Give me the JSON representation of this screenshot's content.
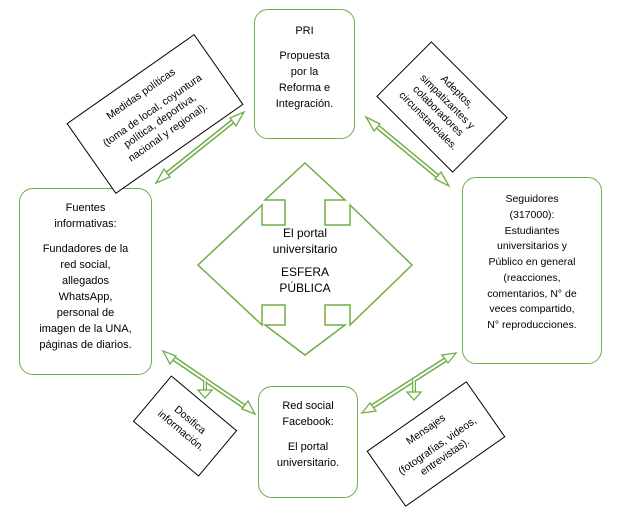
{
  "center": {
    "title_lines": [
      "El portal",
      "universitario"
    ],
    "subtitle_lines": [
      "ESFERA",
      "PÚBLICA"
    ]
  },
  "pri": {
    "title": "PRI",
    "body_lines": [
      "Propuesta",
      "por la",
      "Reforma e",
      "Integración."
    ]
  },
  "fuentes": {
    "title_lines": [
      "Fuentes",
      "informativas:"
    ],
    "body_lines": [
      "Fundadores de la",
      "red social,",
      "allegados",
      "WhatsApp,",
      "personal de",
      "imagen de la UNA,",
      "páginas de diarios."
    ]
  },
  "seguidores": {
    "lines": [
      "Seguidores",
      "(317000):",
      "Estudiantes",
      "universitarios y",
      "Público en general",
      "(reacciones,",
      "comentarios, N° de",
      "veces compartido,",
      "N° reproducciones."
    ]
  },
  "facebook": {
    "title_lines": [
      "Red social",
      "Facebook:"
    ],
    "body_lines": [
      "El portal",
      "universitario."
    ]
  },
  "medidas": {
    "title": "Medidas políticas",
    "body_lines": [
      "(toma de local, coyuntura",
      "política, deportiva,",
      "nacional y regional)."
    ]
  },
  "adeptos": {
    "lines": [
      "Adeptos,",
      "simpatizantes y",
      "colaboradores",
      "circunstanciales."
    ]
  },
  "dosifica": {
    "lines": [
      "Dosifica",
      "información."
    ]
  },
  "mensajes": {
    "title": "Mensajes",
    "body_lines": [
      "(fotografías, videos,",
      "entrevistas)."
    ]
  },
  "colors": {
    "accent": "#70ad47",
    "note_border": "#000000"
  }
}
